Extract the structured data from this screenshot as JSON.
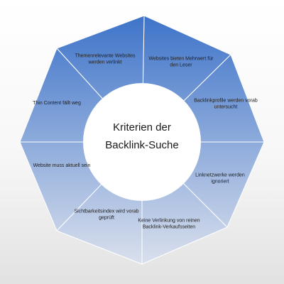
{
  "diagram": {
    "center_title_line1": "Kriterien der",
    "center_title_line2": "Backlink-Suche",
    "segments": [
      "Websites bieten Mehrwert für den Leser",
      "Backlinkprofile werden vorab untersucht",
      "Linknetzwerke werden ignoriert",
      "Keine Verlinkung von reinen Backlink-Verkaufsseiten",
      "Sichtbarkeitsindex wird vorab geprüft",
      "Website muss aktuell sein",
      "Thin Content fällt weg",
      "Themenrelevante Websites werden verlinkt"
    ],
    "colors": {
      "top": "#3d73c9",
      "bottom": "#e4e7ef",
      "divider": "#ffffff",
      "center": "#ffffff"
    }
  }
}
